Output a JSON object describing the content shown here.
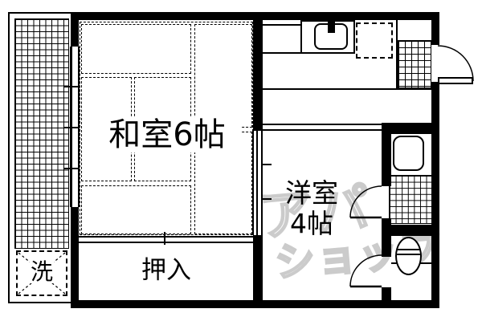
{
  "plan": {
    "labels": {
      "washitsu": "和室6帖",
      "youshitsu_line1": "洋室",
      "youshitsu_line2": "4帖",
      "oshiire": "押入",
      "laundry": "洗"
    },
    "watermark": {
      "line1": "アパ",
      "line2": "ショップ"
    },
    "colors": {
      "wall": "#000000",
      "watermark": "#c9c9c9"
    }
  }
}
